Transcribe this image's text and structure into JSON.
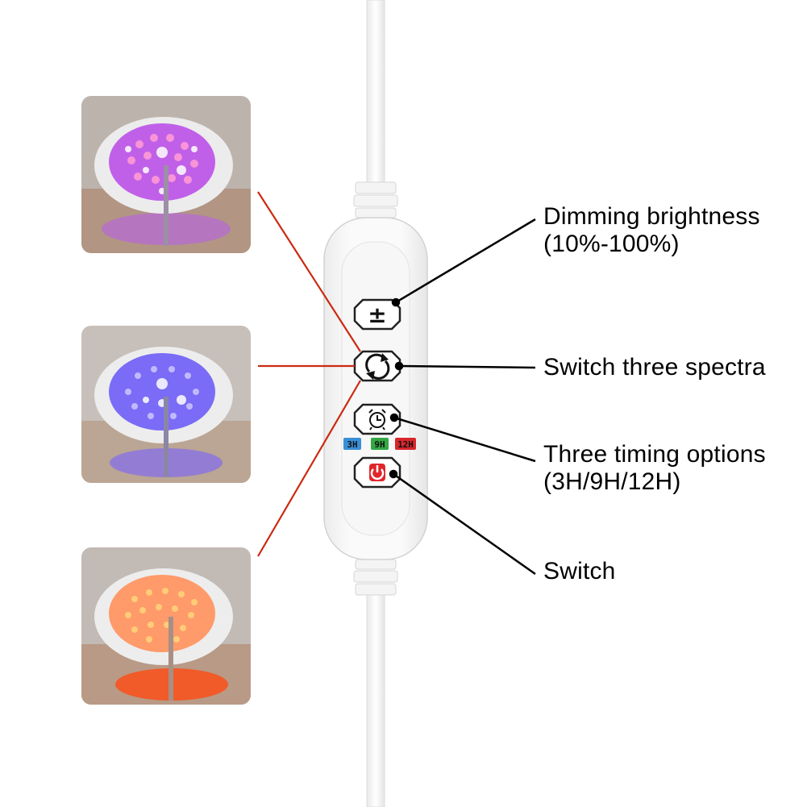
{
  "annotations": {
    "dimming": {
      "line1": "Dimming brightness",
      "line2": "(10%-100%)"
    },
    "spectra": {
      "line1": "Switch three spectra"
    },
    "timing": {
      "line1": "Three timing options",
      "line2": "(3H/9H/12H)"
    },
    "power": {
      "line1": "Switch"
    }
  },
  "controller": {
    "buttons": [
      {
        "name": "brightness-button",
        "icon": "plus-minus-icon",
        "glyph": "±"
      },
      {
        "name": "spectrum-button",
        "icon": "cycle-arrows-icon"
      },
      {
        "name": "timer-button",
        "icon": "alarm-clock-icon"
      },
      {
        "name": "power-button",
        "icon": "power-icon",
        "color": "#e0262b"
      }
    ],
    "timer_options": [
      {
        "label": "3H",
        "color": "#3a8fd6"
      },
      {
        "label": "9H",
        "color": "#33a845"
      },
      {
        "label": "12H",
        "color": "#d8262b"
      }
    ]
  },
  "lamp_photos": [
    {
      "mode": "full-spectrum",
      "led_color": "#c060e8",
      "glow": "#b85cf0"
    },
    {
      "mode": "blue",
      "led_color": "#7a6cf6",
      "glow": "#7862ff"
    },
    {
      "mode": "red",
      "led_color": "#ff9a6a",
      "glow": "#ff4a12"
    }
  ],
  "colors": {
    "pointer_line": "#cc2a12",
    "callout_line": "#000000"
  }
}
